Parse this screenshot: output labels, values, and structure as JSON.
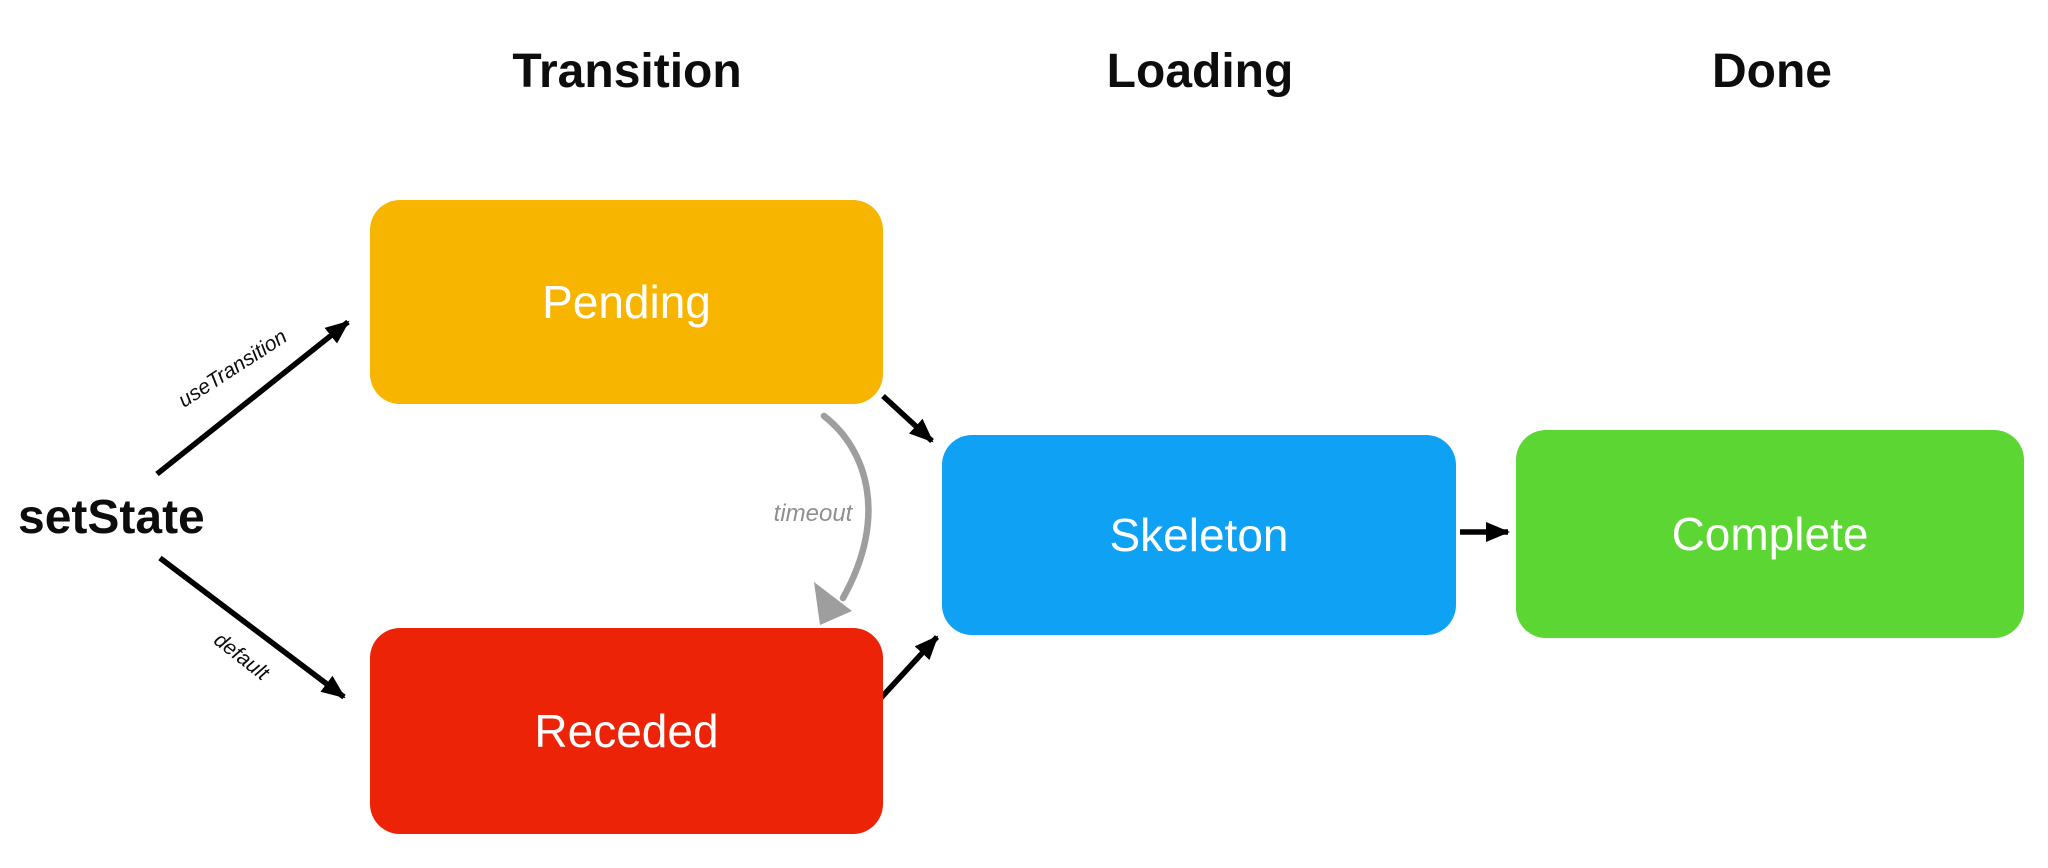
{
  "diagram": {
    "background": "#FFFFFF",
    "title_columns": [
      {
        "id": "transition",
        "label": "Transition"
      },
      {
        "id": "loading",
        "label": "Loading"
      },
      {
        "id": "done",
        "label": "Done"
      }
    ],
    "source": {
      "label": "setState"
    },
    "nodes": [
      {
        "id": "pending",
        "label": "Pending",
        "color": "#F7B500",
        "text_color": "#FFFFFF",
        "column": "Transition"
      },
      {
        "id": "receded",
        "label": "Receded",
        "color": "#EC2306",
        "text_color": "#FFFFFF",
        "column": "Transition"
      },
      {
        "id": "skeleton",
        "label": "Skeleton",
        "color": "#0FA2F4",
        "text_color": "#FFFFFF",
        "column": "Loading"
      },
      {
        "id": "complete",
        "label": "Complete",
        "color": "#5CD632",
        "text_color": "#FFFFFF",
        "column": "Done"
      }
    ],
    "edges": [
      {
        "from": "setState",
        "to": "Pending",
        "label": "useTransition",
        "style": "straight-arrow",
        "color": "#000000"
      },
      {
        "from": "setState",
        "to": "Receded",
        "label": "default",
        "style": "straight-arrow",
        "color": "#000000"
      },
      {
        "from": "Pending",
        "to": "Skeleton",
        "label": "",
        "style": "straight-arrow",
        "color": "#000000"
      },
      {
        "from": "Pending",
        "to": "Receded",
        "label": "timeout",
        "style": "sketchy-curve",
        "color": "#999999"
      },
      {
        "from": "Receded",
        "to": "Skeleton",
        "label": "",
        "style": "straight-arrow",
        "color": "#000000"
      },
      {
        "from": "Skeleton",
        "to": "Complete",
        "label": "",
        "style": "straight-arrow",
        "color": "#000000"
      }
    ]
  }
}
